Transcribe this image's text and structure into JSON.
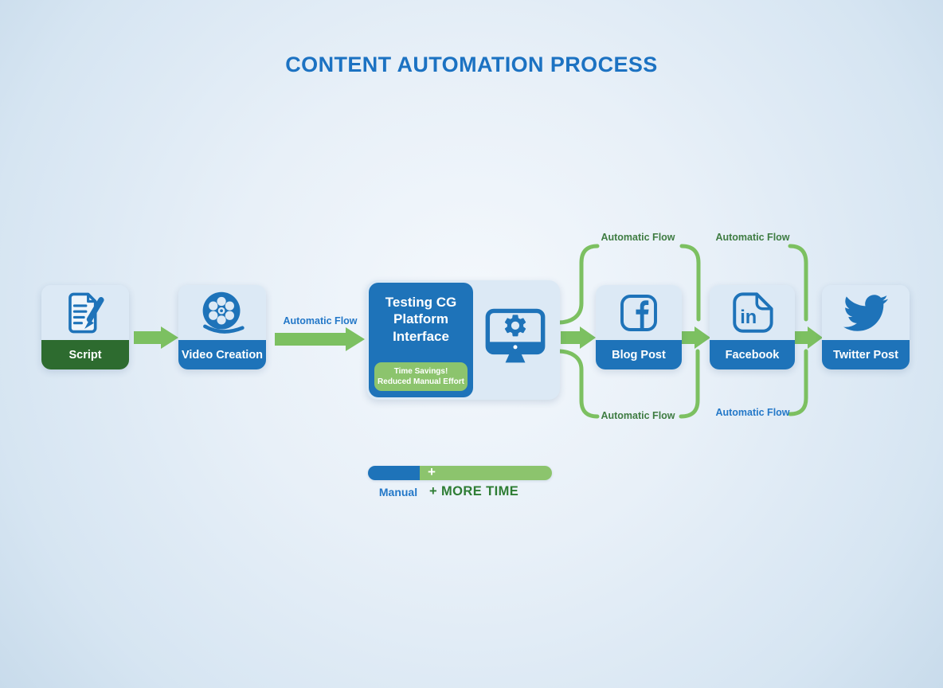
{
  "title": "CONTENT AUTOMATION PROCESS",
  "nodes": {
    "script": {
      "label": "Script",
      "icon": "document-pen-icon"
    },
    "video": {
      "label": "Video Creation",
      "icon": "film-reel-icon"
    },
    "blog": {
      "label": "Blog Post",
      "icon": "facebook-icon"
    },
    "facebook": {
      "label": "Facebook",
      "icon": "linkedin-icon"
    },
    "twitter": {
      "label": "Twitter Post",
      "icon": "twitter-bird-icon"
    }
  },
  "central": {
    "title": "Testing CG Platform Interface",
    "badge_line1": "Time Savings!",
    "badge_line2": "Reduced Manual Effort",
    "icon": "monitor-gear-icon"
  },
  "flow_labels": {
    "mid": "Automatic Flow",
    "top_left": "Automatic Flow",
    "top_right": "Automatic Flow",
    "bottom_left": "Automatic Flow",
    "bottom_right": "Automatic Flow"
  },
  "legend": {
    "plus_on_bar": "+",
    "manual": "Manual",
    "more_time": "+ MORE TIME"
  },
  "colors": {
    "title_blue": "#1c72c2",
    "node_blue": "#1e73b9",
    "script_green": "#2d6b2f",
    "arrow_green": "#7cc061",
    "badge_green": "#8cc46d",
    "flow_text_green": "#3e7c42",
    "flow_text_blue": "#2478c8",
    "more_time_green": "#2e7d34",
    "card_top_blue": "#dce9f5"
  }
}
